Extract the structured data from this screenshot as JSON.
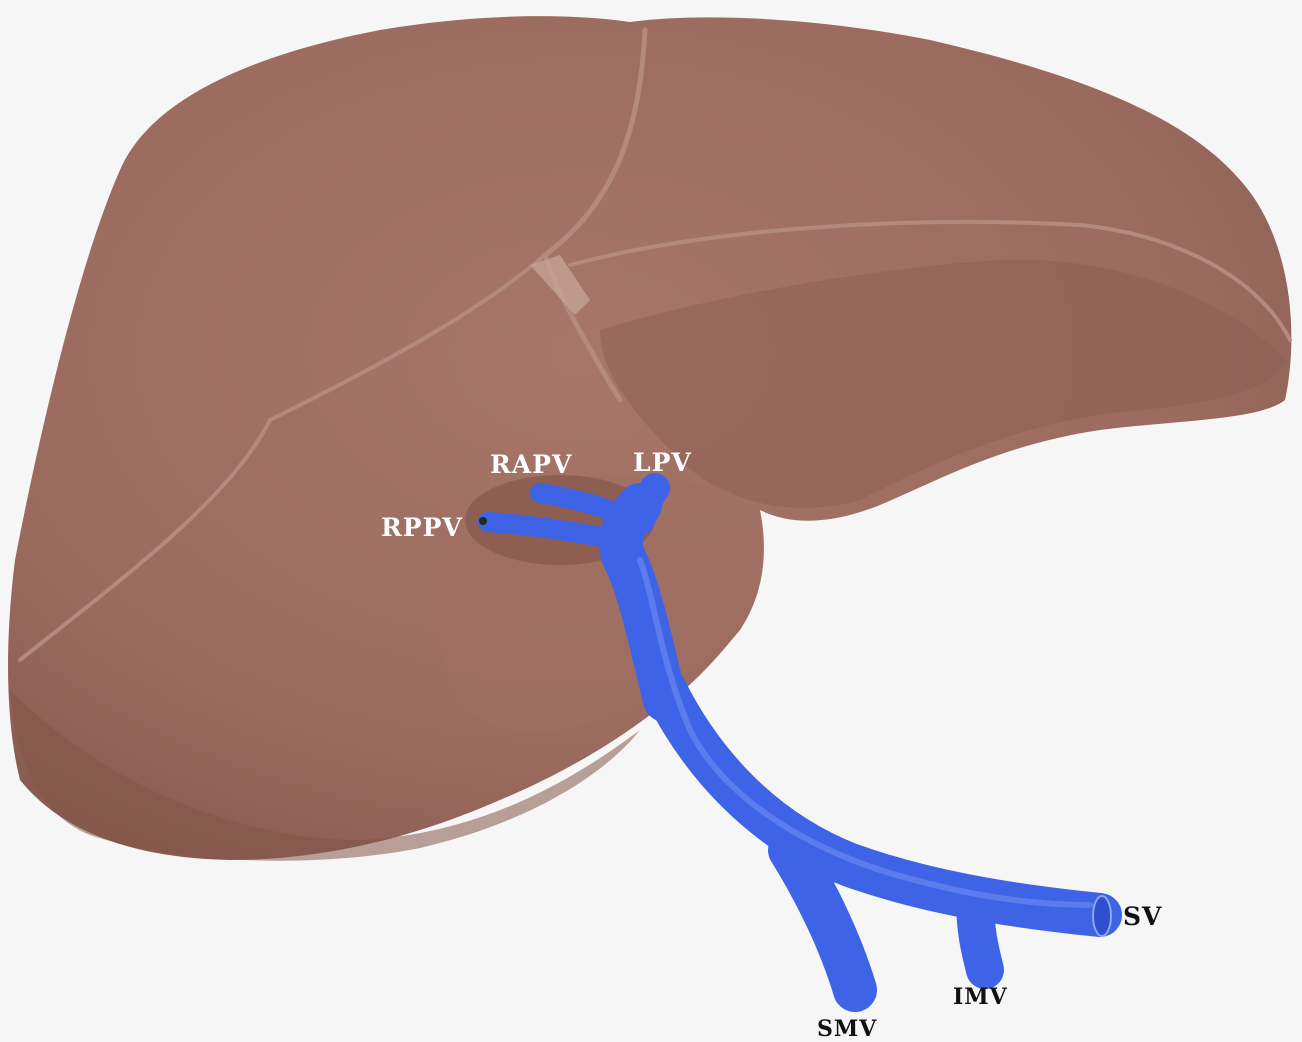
{
  "labels": {
    "rapv": "RAPV",
    "lpv": "LPV",
    "rppv": "RPPV",
    "sv": "SV",
    "imv": "IMV",
    "smv": "SMV"
  },
  "colors": {
    "background": "#f6f6f6",
    "liver": "#9a6a5e",
    "liver_shadow": "#86584d",
    "liver_highlight": "#b08478",
    "vein": "#3f63e6",
    "vein_dark": "#2f4fd0",
    "vein_highlight": "#6f8ef2",
    "label_light": "#ffffff",
    "label_dark": "#111111"
  }
}
